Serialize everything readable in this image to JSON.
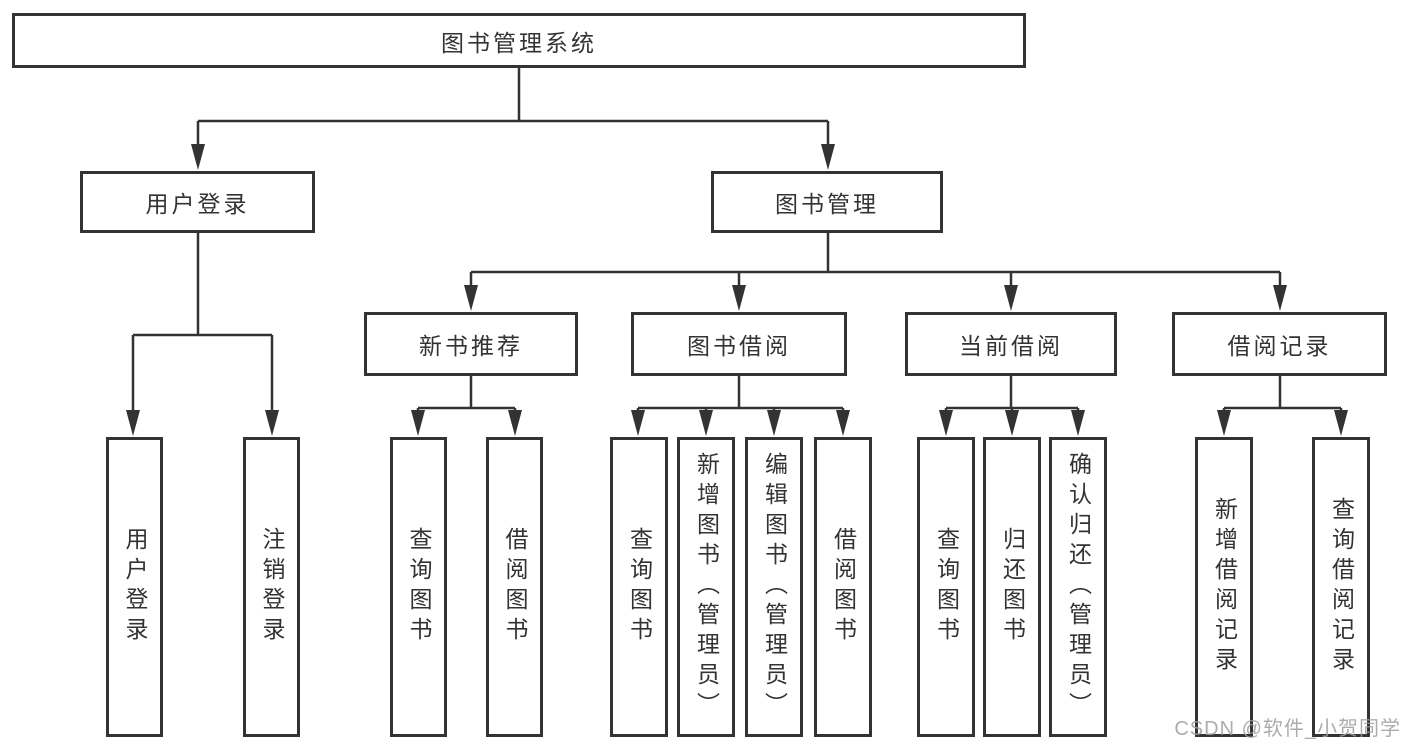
{
  "colors": {
    "line": "#333333",
    "text": "#333333",
    "box_bg": "#ffffff",
    "background": "#ffffff",
    "watermark": "#9e9e9e"
  },
  "watermark": "CSDN @软件_小贺同学",
  "tree": {
    "root": {
      "label": "图书管理系统"
    },
    "branches": [
      {
        "label": "用户登录",
        "children": [
          {
            "label": "用户登录"
          },
          {
            "label": "注销登录"
          }
        ]
      },
      {
        "label": "图书管理",
        "children": [
          {
            "label": "新书推荐",
            "children": [
              {
                "label": "查询图书"
              },
              {
                "label": "借阅图书"
              }
            ]
          },
          {
            "label": "图书借阅",
            "children": [
              {
                "label": "查询图书"
              },
              {
                "label": "新增图书（管理员）"
              },
              {
                "label": "编辑图书（管理员）"
              },
              {
                "label": "借阅图书"
              }
            ]
          },
          {
            "label": "当前借阅",
            "children": [
              {
                "label": "查询图书"
              },
              {
                "label": "归还图书"
              },
              {
                "label": "确认归还（管理员）"
              }
            ]
          },
          {
            "label": "借阅记录",
            "children": [
              {
                "label": "新增借阅记录"
              },
              {
                "label": "查询借阅记录"
              }
            ]
          }
        ]
      }
    ]
  }
}
